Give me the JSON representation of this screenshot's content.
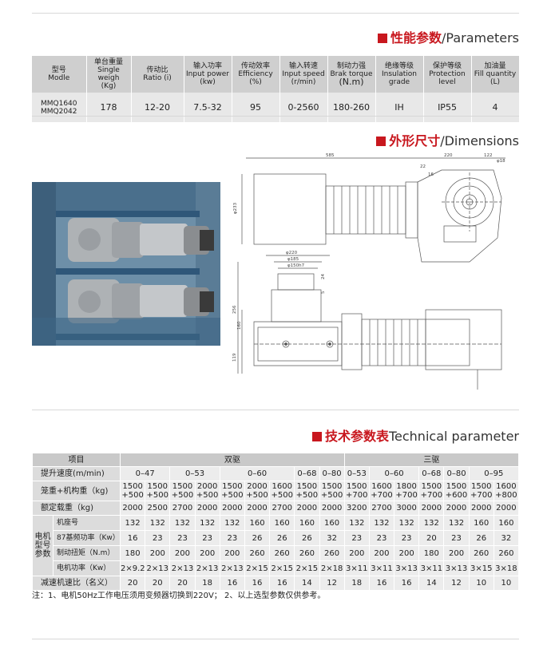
{
  "sections": {
    "parameters": {
      "zh": "性能参数",
      "en": "/Parameters"
    },
    "dimensions": {
      "zh": "外形尺寸",
      "en": "/Dimensions"
    },
    "technical": {
      "zh": "技术参数表",
      "en": "Technical parameter"
    }
  },
  "params": {
    "headers": [
      {
        "zh": "型号",
        "en": "Modle",
        "unit": ""
      },
      {
        "zh": "单台重量",
        "en": "Single weigh",
        "unit": "(Kg)"
      },
      {
        "zh": "传动比",
        "en": "Ratio (i)",
        "unit": ""
      },
      {
        "zh": "输入功率",
        "en": "Input  power",
        "unit": "(kw)"
      },
      {
        "zh": "传动效率",
        "en": "Efficiency",
        "unit": "(%)"
      },
      {
        "zh": "输入转速",
        "en": "Input  speed",
        "unit": "(r/min)"
      },
      {
        "zh": "制动力强",
        "en": "Brak torque",
        "unit": "(N.m)"
      },
      {
        "zh": "绝缘等级",
        "en": "Insulation",
        "unit": "grade"
      },
      {
        "zh": "保护等级",
        "en": "Protection",
        "unit": "level"
      },
      {
        "zh": "加油量",
        "en": "Fill quantity",
        "unit": "(L)"
      }
    ],
    "row": {
      "model1": "MMQ1640",
      "model2": "MMQ2042",
      "weight": "178",
      "ratio": "12-20",
      "power": "7.5-32",
      "efficiency": "95",
      "speed": "0-2560",
      "torque": "180-260",
      "insulation": "IH",
      "protection": "IP55",
      "fill": "4"
    }
  },
  "drawing": {
    "dims": {
      "d585": "585",
      "d220": "220",
      "d122": "122",
      "d22": "22",
      "d16": "16",
      "phi233": "φ233",
      "phi220": "φ220",
      "phi185": "φ185",
      "phi150": "φ150h7",
      "d256": "256",
      "d160": "160",
      "d119": "119",
      "d24": "24",
      "d5": "5",
      "phi18": "φ18"
    }
  },
  "tech": {
    "title_col": "项目",
    "group_double": "双驱",
    "group_triple": "三驱",
    "rows": {
      "speed": {
        "label": "提升速度(m/min)",
        "cells": [
          "0–47",
          "0–53",
          "0–60",
          "0–68",
          "0–80",
          "0–53",
          "0–60",
          "0–68",
          "0–80",
          "0–95"
        ]
      },
      "cage": {
        "label": "笼重+机构重（kg)",
        "top": [
          "1500",
          "1500",
          "1500",
          "2000",
          "1500",
          "2000",
          "1600",
          "1500",
          "1500",
          "1500",
          "1600",
          "1800",
          "1500",
          "1500",
          "1500",
          "1600"
        ],
        "bot": [
          "+500",
          "+500",
          "+500",
          "+500",
          "+500",
          "+500",
          "+500",
          "+500",
          "+500",
          "+700",
          "+700",
          "+700",
          "+700",
          "+600",
          "+700",
          "+800"
        ]
      },
      "load": {
        "label": "额定载重（kg)",
        "cells": [
          "2000",
          "2500",
          "2700",
          "2000",
          "2000",
          "2000",
          "2700",
          "2000",
          "2000",
          "3200",
          "2700",
          "3000",
          "2000",
          "2000",
          "2000",
          "2000"
        ]
      },
      "motor_group": [
        "电机",
        "型号",
        "参数"
      ],
      "frame": {
        "label": "机座号",
        "cells": [
          "132",
          "132",
          "132",
          "132",
          "132",
          "160",
          "160",
          "160",
          "160",
          "132",
          "132",
          "132",
          "132",
          "132",
          "160",
          "160"
        ]
      },
      "power87": {
        "label": "87基频功率（Kw）",
        "cells": [
          "16",
          "23",
          "23",
          "23",
          "23",
          "26",
          "26",
          "26",
          "32",
          "23",
          "23",
          "23",
          "20",
          "23",
          "26",
          "32"
        ]
      },
      "brake": {
        "label": "制动扭矩（N.m）",
        "cells": [
          "180",
          "200",
          "200",
          "200",
          "200",
          "260",
          "260",
          "260",
          "260",
          "200",
          "200",
          "200",
          "180",
          "200",
          "260",
          "260"
        ]
      },
      "mpower": {
        "label": "电机功率（Kw）",
        "cells": [
          "2×9.2",
          "2×13",
          "2×13",
          "2×13",
          "2×13",
          "2×15",
          "2×15",
          "2×15",
          "2×18",
          "3×11",
          "3×11",
          "3×13",
          "3×11",
          "3×13",
          "3×15",
          "3×18"
        ]
      },
      "ratio": {
        "label": "减速机速比（名义）",
        "cells": [
          "20",
          "20",
          "20",
          "18",
          "16",
          "16",
          "16",
          "14",
          "12",
          "18",
          "16",
          "16",
          "14",
          "12",
          "10",
          "10"
        ]
      }
    }
  },
  "note": "注：1、电机50Hz工作电压须用变频器切换到220V； 2、以上选型参数仅供参考。"
}
